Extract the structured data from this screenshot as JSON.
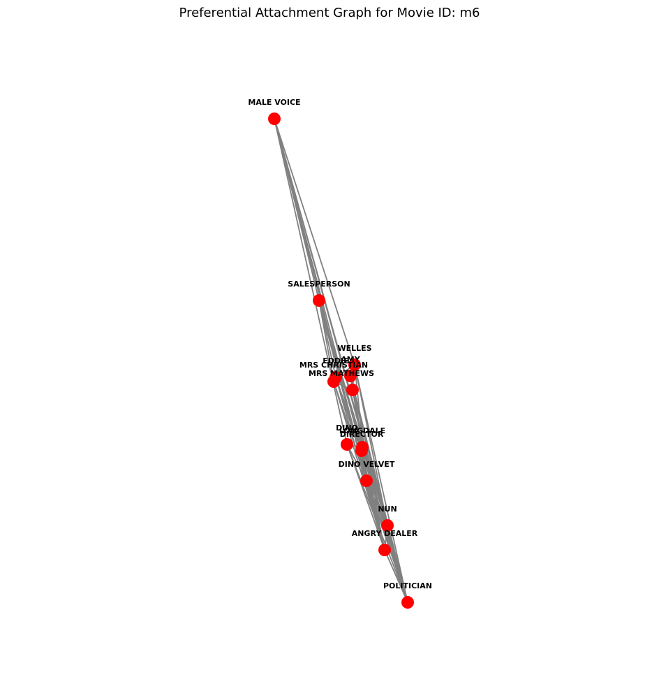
{
  "title": "Preferential Attachment Graph for Movie ID: m6",
  "style": {
    "node_color": "#ff0000",
    "edge_color": "#808080",
    "label_color": "#000000"
  },
  "nodes": [
    {
      "id": "MALE VOICE",
      "label": "MALE VOICE"
    },
    {
      "id": "SALESPERSON",
      "label": "SALESPERSON"
    },
    {
      "id": "WELLES",
      "label": "WELLES"
    },
    {
      "id": "EDDIE",
      "label": "EDDIE"
    },
    {
      "id": "AMY",
      "label": "AMY"
    },
    {
      "id": "MRS CHRISTIAN",
      "label": "MRS CHRISTIAN"
    },
    {
      "id": "MRS MATHEWS",
      "label": "MRS MATHEWS"
    },
    {
      "id": "DINO",
      "label": "DINO"
    },
    {
      "id": "LONGDALE",
      "label": "LONGDALE"
    },
    {
      "id": "DIRECTOR",
      "label": "DIRECTOR"
    },
    {
      "id": "DINO VELVET",
      "label": "DINO VELVET"
    },
    {
      "id": "NUN",
      "label": "NUN"
    },
    {
      "id": "ANGRY DEALER",
      "label": "ANGRY DEALER"
    },
    {
      "id": "POLITICIAN",
      "label": "POLITICIAN"
    }
  ],
  "edges": [
    [
      "MALE VOICE",
      "SALESPERSON"
    ],
    [
      "MALE VOICE",
      "WELLES"
    ],
    [
      "MALE VOICE",
      "DINO"
    ],
    [
      "MALE VOICE",
      "DINO VELVET"
    ],
    [
      "MALE VOICE",
      "NUN"
    ],
    [
      "MALE VOICE",
      "ANGRY DEALER"
    ],
    [
      "MALE VOICE",
      "POLITICIAN"
    ],
    [
      "MALE VOICE",
      "DIRECTOR"
    ],
    [
      "SALESPERSON",
      "EDDIE"
    ],
    [
      "SALESPERSON",
      "MRS CHRISTIAN"
    ],
    [
      "SALESPERSON",
      "DINO VELVET"
    ],
    [
      "SALESPERSON",
      "NUN"
    ],
    [
      "SALESPERSON",
      "POLITICIAN"
    ],
    [
      "SALESPERSON",
      "LONGDALE"
    ],
    [
      "SALESPERSON",
      "ANGRY DEALER"
    ],
    [
      "WELLES",
      "EDDIE"
    ],
    [
      "WELLES",
      "AMY"
    ],
    [
      "WELLES",
      "MRS MATHEWS"
    ],
    [
      "WELLES",
      "POLITICIAN"
    ],
    [
      "WELLES",
      "DINO VELVET"
    ],
    [
      "WELLES",
      "NUN"
    ],
    [
      "EDDIE",
      "MRS CHRISTIAN"
    ],
    [
      "EDDIE",
      "POLITICIAN"
    ],
    [
      "EDDIE",
      "ANGRY DEALER"
    ],
    [
      "EDDIE",
      "DIRECTOR"
    ],
    [
      "AMY",
      "MRS MATHEWS"
    ],
    [
      "AMY",
      "POLITICIAN"
    ],
    [
      "AMY",
      "NUN"
    ],
    [
      "AMY",
      "LONGDALE"
    ],
    [
      "MRS CHRISTIAN",
      "MRS MATHEWS"
    ],
    [
      "MRS CHRISTIAN",
      "POLITICIAN"
    ],
    [
      "MRS CHRISTIAN",
      "DINO VELVET"
    ],
    [
      "MRS CHRISTIAN",
      "ANGRY DEALER"
    ],
    [
      "MRS MATHEWS",
      "POLITICIAN"
    ],
    [
      "MRS MATHEWS",
      "NUN"
    ],
    [
      "MRS MATHEWS",
      "ANGRY DEALER"
    ],
    [
      "DINO",
      "LONGDALE"
    ],
    [
      "DINO",
      "POLITICIAN"
    ],
    [
      "DINO",
      "ANGRY DEALER"
    ],
    [
      "DINO",
      "DINO VELVET"
    ],
    [
      "LONGDALE",
      "DIRECTOR"
    ],
    [
      "LONGDALE",
      "POLITICIAN"
    ],
    [
      "LONGDALE",
      "NUN"
    ],
    [
      "DIRECTOR",
      "POLITICIAN"
    ],
    [
      "DIRECTOR",
      "ANGRY DEALER"
    ],
    [
      "DIRECTOR",
      "DINO VELVET"
    ],
    [
      "DINO VELVET",
      "NUN"
    ],
    [
      "DINO VELVET",
      "POLITICIAN"
    ],
    [
      "DINO VELVET",
      "ANGRY DEALER"
    ],
    [
      "NUN",
      "POLITICIAN"
    ],
    [
      "NUN",
      "ANGRY DEALER"
    ],
    [
      "ANGRY DEALER",
      "POLITICIAN"
    ]
  ]
}
